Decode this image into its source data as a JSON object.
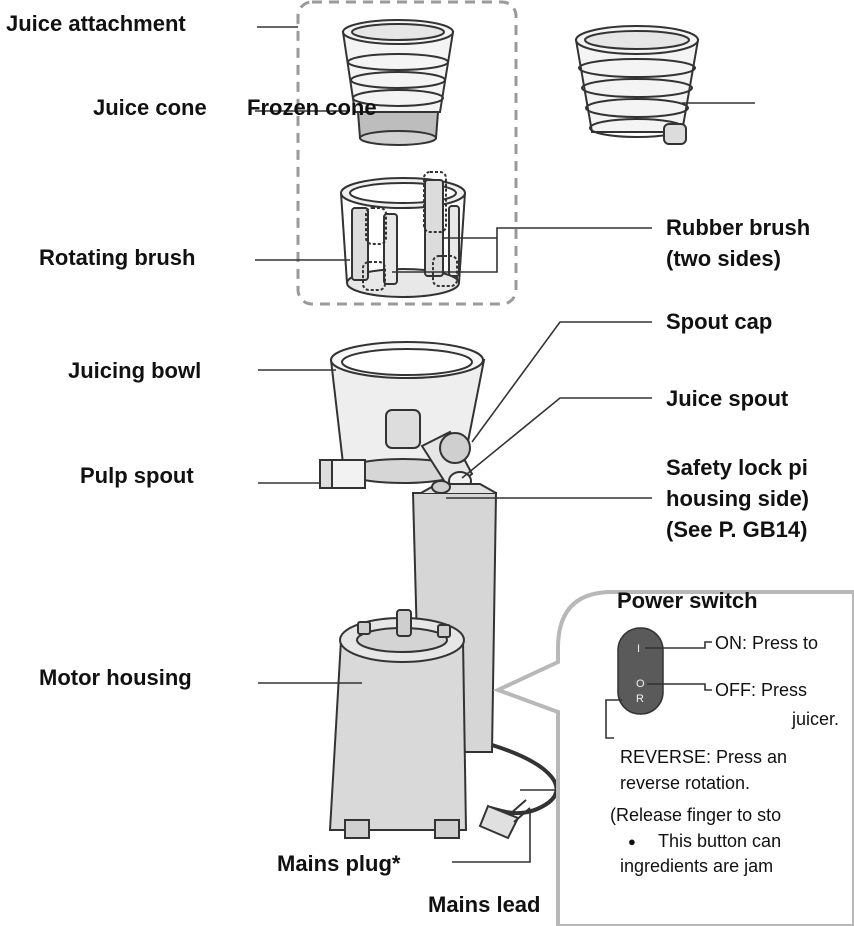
{
  "labels": {
    "juice_attachment": "Juice attachment",
    "juice_cone": "Juice cone",
    "frozen_cone": "Frozen cone",
    "rotating_brush": "Rotating brush",
    "rubber_brush_line1": "Rubber brush",
    "rubber_brush_line2": "(two sides)",
    "spout_cap": "Spout cap",
    "juicing_bowl": "Juicing bowl",
    "juice_spout": "Juice spout",
    "pulp_spout": "Pulp spout",
    "safety_lock_line1": "Safety lock pi",
    "safety_lock_line2": "housing side)",
    "safety_lock_line3": "(See P. GB14)",
    "motor_housing": "Motor housing",
    "mains_plug": "Mains plug*",
    "mains_lead": "Mains lead"
  },
  "power_switch": {
    "title": "Power switch",
    "on_text": "ON: Press to",
    "off_text": "OFF:  Press",
    "off_cont": "juicer.",
    "reverse_text": "REVERSE: Press an",
    "reverse_cont": "reverse rotation.",
    "release_text": "(Release finger to sto",
    "bullet": "●",
    "note_line1": "This button can",
    "note_line2": "ingredients are jam",
    "glyph_on": "I",
    "glyph_off": "O",
    "glyph_reverse": "R"
  }
}
